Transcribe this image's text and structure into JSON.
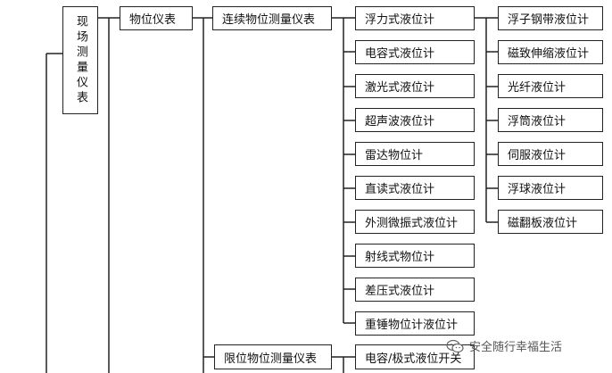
{
  "tree": {
    "root": {
      "label": "现场测量仪表"
    },
    "level1": {
      "label": "物位仪表"
    },
    "level2": [
      {
        "label": "连续物位测量仪表"
      },
      {
        "label": "限位物位测量仪表"
      }
    ],
    "continuous_children": [
      "浮力式液位计",
      "电容式液位计",
      "激光式液位计",
      "超声波液位计",
      "雷达物位计",
      "直读式液位计",
      "外测微振式液位计",
      "射线式物位计",
      "差压式液位计",
      "重锤物位计液位计"
    ],
    "buoyancy_children": [
      "浮子钢带液位计",
      "磁致伸缩液位计",
      "光纤液位计",
      "浮筒液位计",
      "伺服液位计",
      "浮球液位计",
      "磁翻板液位计"
    ],
    "limit_children": [
      "电容/极式液位开关"
    ]
  },
  "watermark": {
    "text": "安全随行幸福生活",
    "icon": "wechat-icon"
  }
}
